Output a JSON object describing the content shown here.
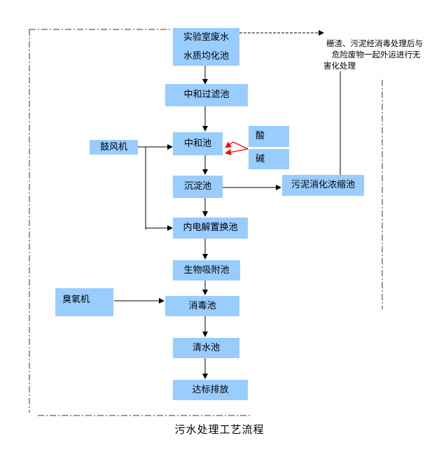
{
  "boxes": {
    "lab_wastewater": "实验室废水",
    "equalization_tank": "水质均化池",
    "neutralization_filter": "中和过滤池",
    "neutralization_tank": "中和池",
    "acid": "酸",
    "alkali": "碱",
    "blower": "鼓风机",
    "sedimentation_tank": "沉淀池",
    "sludge_thickener": "污泥消化浓缩池",
    "electrolysis_tank": "内电解置换池",
    "bio_adsorption_tank": "生物吸附池",
    "ozone_generator": "臭氧机",
    "disinfection_tank": "消毒池",
    "clear_water_tank": "清水池",
    "discharge": "达标排放"
  },
  "note": {
    "line1": "栅渣、污泥经消毒处理后与",
    "line2": "危险废物一起外运进行无",
    "line3": "害化处理"
  },
  "caption": "污水处理工艺流程",
  "colors": {
    "box_fill": "#99ccff",
    "red_arrow": "#ff0000",
    "line": "#000000"
  }
}
